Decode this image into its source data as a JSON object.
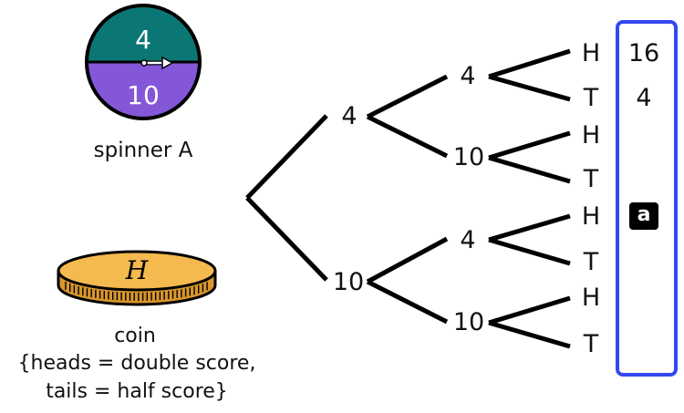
{
  "colors": {
    "spinner_top": "#0b7774",
    "spinner_bottom": "#8456d8",
    "coin_face": "#f4b94f",
    "coin_edge": "#d9962e",
    "result_box_border": "#3448f0",
    "line": "#000000"
  },
  "spinner": {
    "top_value": "4",
    "bottom_value": "10",
    "caption": "spinner A",
    "pointer_icon": "arrow-right"
  },
  "coin": {
    "face_letter": "H",
    "caption_lines": [
      "coin",
      "{heads = double score,",
      "tails = half score}"
    ]
  },
  "tree": {
    "level1": [
      "4",
      "10"
    ],
    "level2": [
      "4",
      "10",
      "4",
      "10"
    ],
    "leaves": [
      "H",
      "T",
      "H",
      "T",
      "H",
      "T",
      "H",
      "T"
    ]
  },
  "results": {
    "values": [
      "16",
      "4"
    ],
    "badge": "a"
  }
}
